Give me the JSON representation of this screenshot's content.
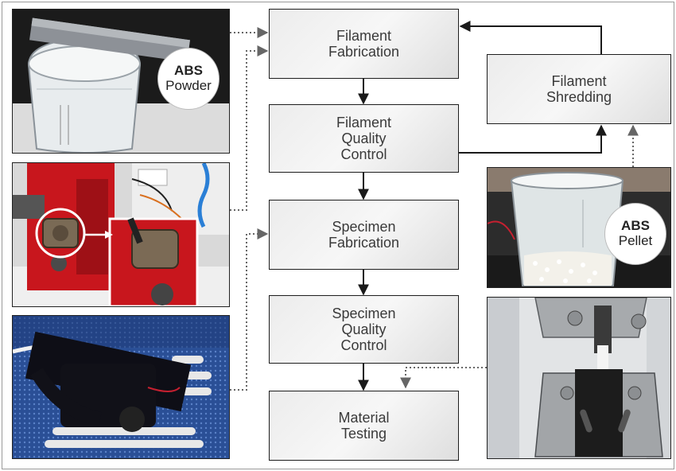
{
  "process_boxes": [
    {
      "id": "filament-fabrication",
      "lines": [
        "Filament",
        "Fabrication"
      ]
    },
    {
      "id": "filament-quality-control",
      "lines": [
        "Filament",
        "Quality",
        "Control"
      ]
    },
    {
      "id": "specimen-fabrication",
      "lines": [
        "Specimen",
        "Fabrication"
      ]
    },
    {
      "id": "specimen-quality-control",
      "lines": [
        "Specimen",
        "Quality",
        "Control"
      ]
    },
    {
      "id": "material-testing",
      "lines": [
        "Material",
        "Testing"
      ]
    },
    {
      "id": "filament-shredding",
      "lines": [
        "Filament",
        "Shredding"
      ]
    }
  ],
  "badges": {
    "abs_powder": {
      "bold": "ABS",
      "text": "Powder"
    },
    "abs_pellet": {
      "bold": "ABS",
      "text": "Pellet"
    }
  },
  "colors": {
    "arrow": "#1a1a1a",
    "dotted": "#666666",
    "extruder_red": "#c8161d",
    "printer_blue": "#1f3c7a"
  }
}
